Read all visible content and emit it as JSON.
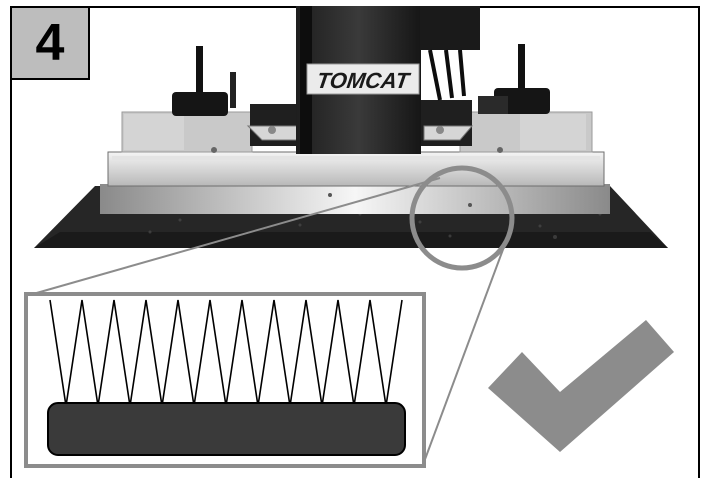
{
  "step": {
    "number": "4"
  },
  "machine": {
    "brand": "TOMCAT"
  },
  "icons": {
    "status": "checkmark-icon",
    "detail": "pad-bristles-diagram"
  },
  "colors": {
    "frame": "#000000",
    "step_box": "#bdbdbd",
    "checkmark": "#8c8c8c",
    "callout": "#8c8c8c",
    "pad": "#3a3a3a"
  }
}
